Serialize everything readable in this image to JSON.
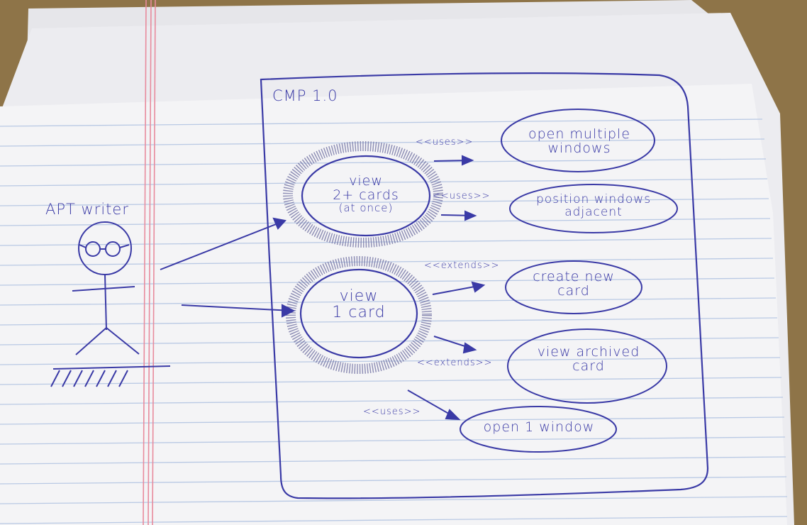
{
  "diagram": {
    "system_title": "CMP 1.0",
    "actor": {
      "label": "APT writer"
    },
    "use_cases": {
      "view_multiple": {
        "line1": "view",
        "line2": "2+ cards",
        "line3": "(at once)"
      },
      "view_one": {
        "line1": "view",
        "line2": "1 card"
      },
      "open_multiple_windows": {
        "line1": "open multiple",
        "line2": "windows"
      },
      "position_windows": {
        "line1": "position windows",
        "line2": "adjacent"
      },
      "create_new_card": {
        "line1": "create new",
        "line2": "card"
      },
      "view_archived_card": {
        "line1": "view archived",
        "line2": "card"
      },
      "open_one_window": {
        "line1": "open 1 window"
      }
    },
    "relations": {
      "uses_1": "<<uses>>",
      "uses_2": "<<uses>>",
      "extends_1": "<<extends>>",
      "extends_2": "<<extends>>",
      "uses_3": "<<uses>>"
    },
    "colors": {
      "ink": "#3a3aa6",
      "paper": "#f4f4f6",
      "rule": "#b9c9e4",
      "margin": "#e88a9c",
      "desk": "#8e7448"
    }
  }
}
